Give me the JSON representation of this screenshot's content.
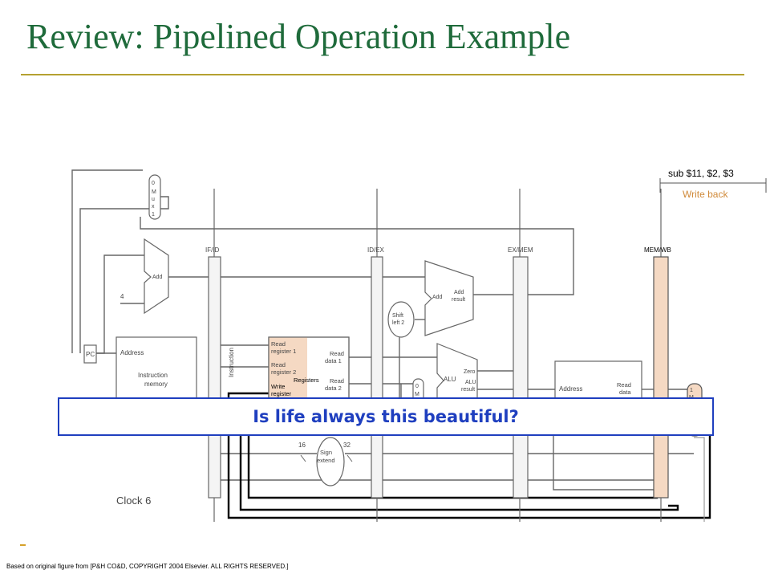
{
  "slide": {
    "title": "Review: Pipelined Operation Example",
    "callout": "Is life always this beautiful?",
    "footnote": "Based on original figure from [P&H CO&D, COPYRIGHT 2004 Elsevier. ALL RIGHTS RESERVED.]"
  },
  "diagram": {
    "instruction": "sub $11, $2, $3",
    "stage_label": "Write back",
    "clock_label": "Clock 6",
    "pipeline_registers": {
      "if_id": "IF/ID",
      "id_ex": "ID/EX",
      "ex_mem": "EX/MEM",
      "mem_wb": "MEM/WB"
    },
    "pc": "PC",
    "add_const": "4",
    "adder": "Add",
    "branch_adder": "Add",
    "branch_adder_result_1": "Add",
    "branch_adder_result_2": "result",
    "mux_top": {
      "l0": "0",
      "l1": "M",
      "l2": "u",
      "l3": "x",
      "l4": "1"
    },
    "mux_alu": {
      "l0": "0",
      "l1": "M"
    },
    "mux_wb": {
      "l0": "1",
      "l1": "M"
    },
    "imem": {
      "address": "Address",
      "label_1": "Instruction",
      "label_2": "memory"
    },
    "instruction_vlabel": "Instruction",
    "registers": {
      "title": "Registers",
      "read_reg1_a": "Read",
      "read_reg1_b": "register 1",
      "read_reg2_a": "Read",
      "read_reg2_b": "register 2",
      "write_reg_a": "Write",
      "write_reg_b": "register",
      "read_data1_a": "Read",
      "read_data1_b": "data 1",
      "read_data2_a": "Read",
      "read_data2_b": "data 2"
    },
    "shift": {
      "l1": "Shift",
      "l2": "left 2"
    },
    "alu": {
      "name": "ALU",
      "zero": "Zero",
      "result_1": "ALU",
      "result_2": "result"
    },
    "dmem": {
      "address": "Address",
      "read_1": "Read",
      "read_2": "data"
    },
    "sign_extend": {
      "l1": "Sign",
      "l2": "extend",
      "in": "16",
      "out": "32"
    }
  }
}
